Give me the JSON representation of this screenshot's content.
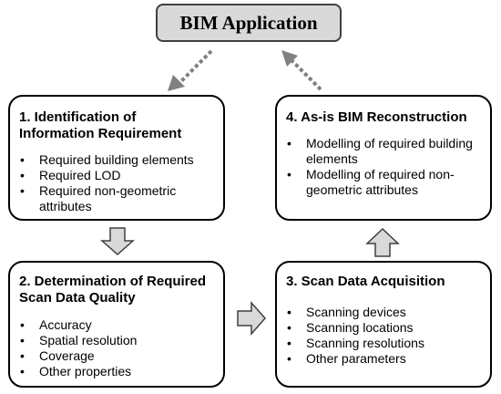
{
  "top": {
    "title": "BIM Application"
  },
  "boxes": [
    {
      "title": "1. Identification of Information Requirement",
      "items": [
        "Required building elements",
        "Required LOD",
        "Required non-geometric attributes"
      ]
    },
    {
      "title": "2. Determination of Required Scan Data Quality",
      "items": [
        "Accuracy",
        "Spatial resolution",
        "Coverage",
        "Other properties"
      ]
    },
    {
      "title": "3. Scan Data Acquisition",
      "items": [
        "Scanning devices",
        "Scanning locations",
        "Scanning resolutions",
        "Other parameters"
      ]
    },
    {
      "title": "4. As-is BIM Reconstruction",
      "items": [
        "Modelling of required building elements",
        "Modelling of required non-geometric attributes"
      ]
    }
  ],
  "colors": {
    "top_fill": "#d9d9d9",
    "arrow_fill": "#d9d9d9",
    "dotted_arrow": "#808080"
  }
}
